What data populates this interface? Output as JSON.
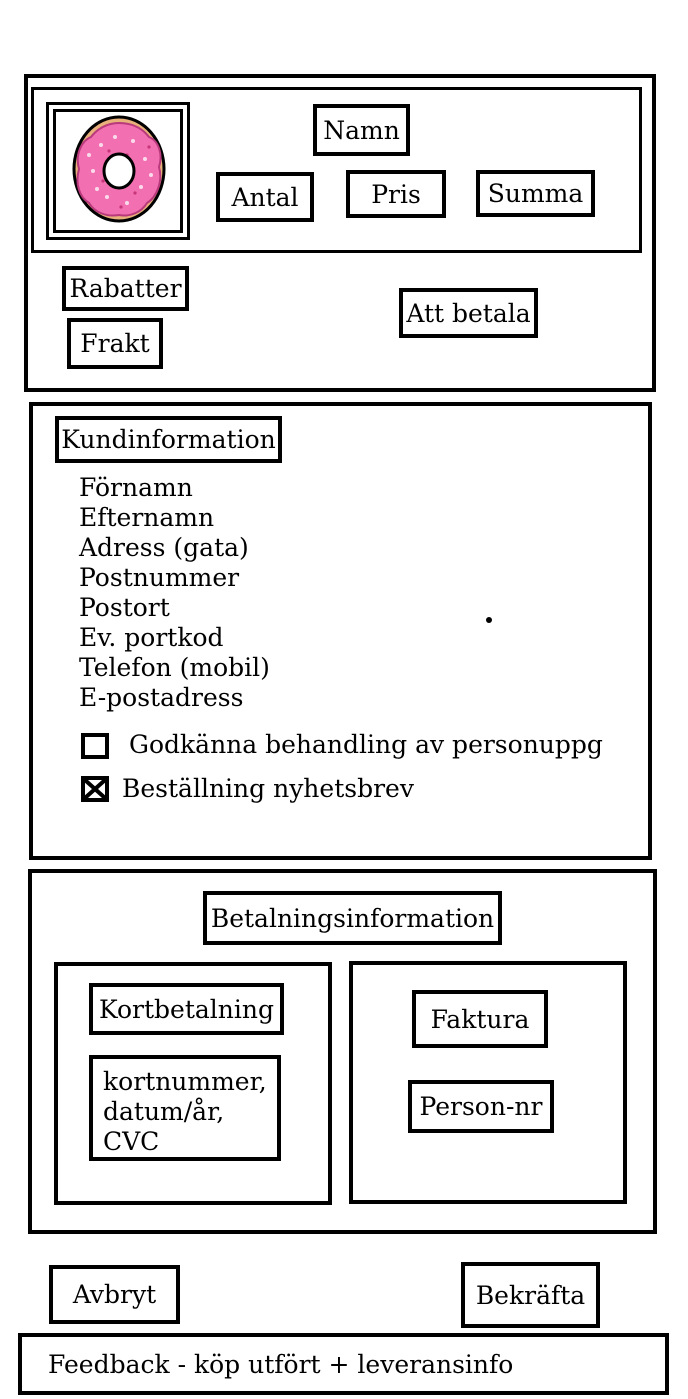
{
  "cart": {
    "product_image_icon": "donut-icon",
    "name_label": "Namn",
    "quantity_label": "Antal",
    "price_label": "Pris",
    "sum_label": "Summa",
    "discounts_label": "Rabatter",
    "shipping_label": "Frakt",
    "to_pay_label": "Att betala"
  },
  "customer": {
    "title": "Kundinformation",
    "fields": [
      "Förnamn",
      "Efternamn",
      "Adress (gata)",
      "Postnummer",
      "Postort",
      "Ev. portkod",
      "Telefon (mobil)",
      "E-postadress"
    ],
    "consent_label": "Godkänna behandling av personuppg",
    "consent_checked": false,
    "newsletter_label": "Beställning nyhetsbrev",
    "newsletter_checked": true
  },
  "payment": {
    "title": "Betalningsinformation",
    "card": {
      "title": "Kortbetalning",
      "details": [
        "kortnummer,",
        "datum/år,",
        "CVC"
      ]
    },
    "invoice": {
      "title": "Faktura",
      "person_label": "Person-nr"
    }
  },
  "actions": {
    "cancel_label": "Avbryt",
    "confirm_label": "Bekräfta"
  },
  "feedback": {
    "text": "Feedback - köp utfört + leveransinfo"
  }
}
